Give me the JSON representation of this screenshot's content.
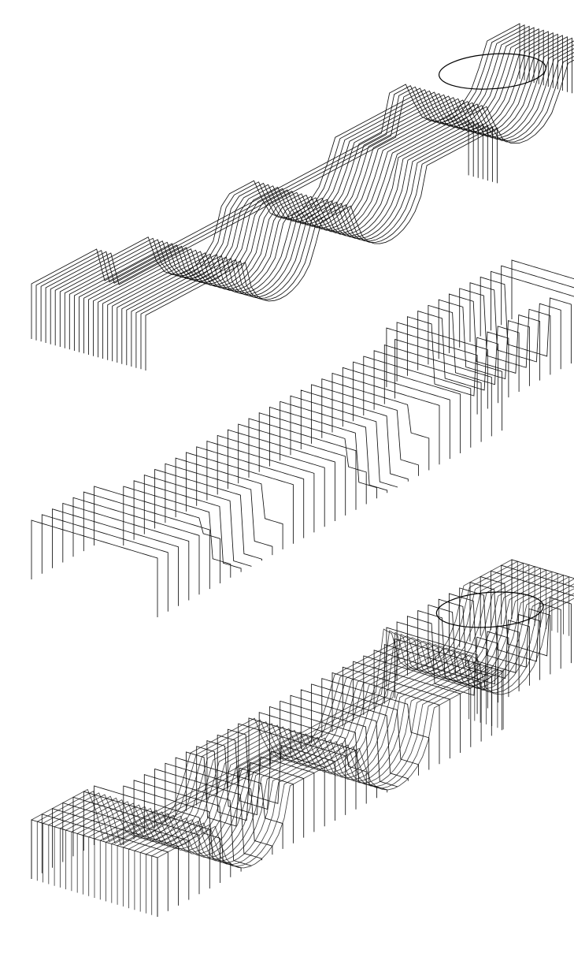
{
  "figure": {
    "description_kind": "isometric wireframe diagram",
    "panels": [
      {
        "id": "top",
        "slicing": "longitudinal-sections"
      },
      {
        "id": "middle",
        "slicing": "transverse-sections"
      },
      {
        "id": "bottom",
        "slicing": "grid-sections"
      }
    ],
    "colors": {
      "background": "#ffffff",
      "line": "#111111"
    }
  }
}
